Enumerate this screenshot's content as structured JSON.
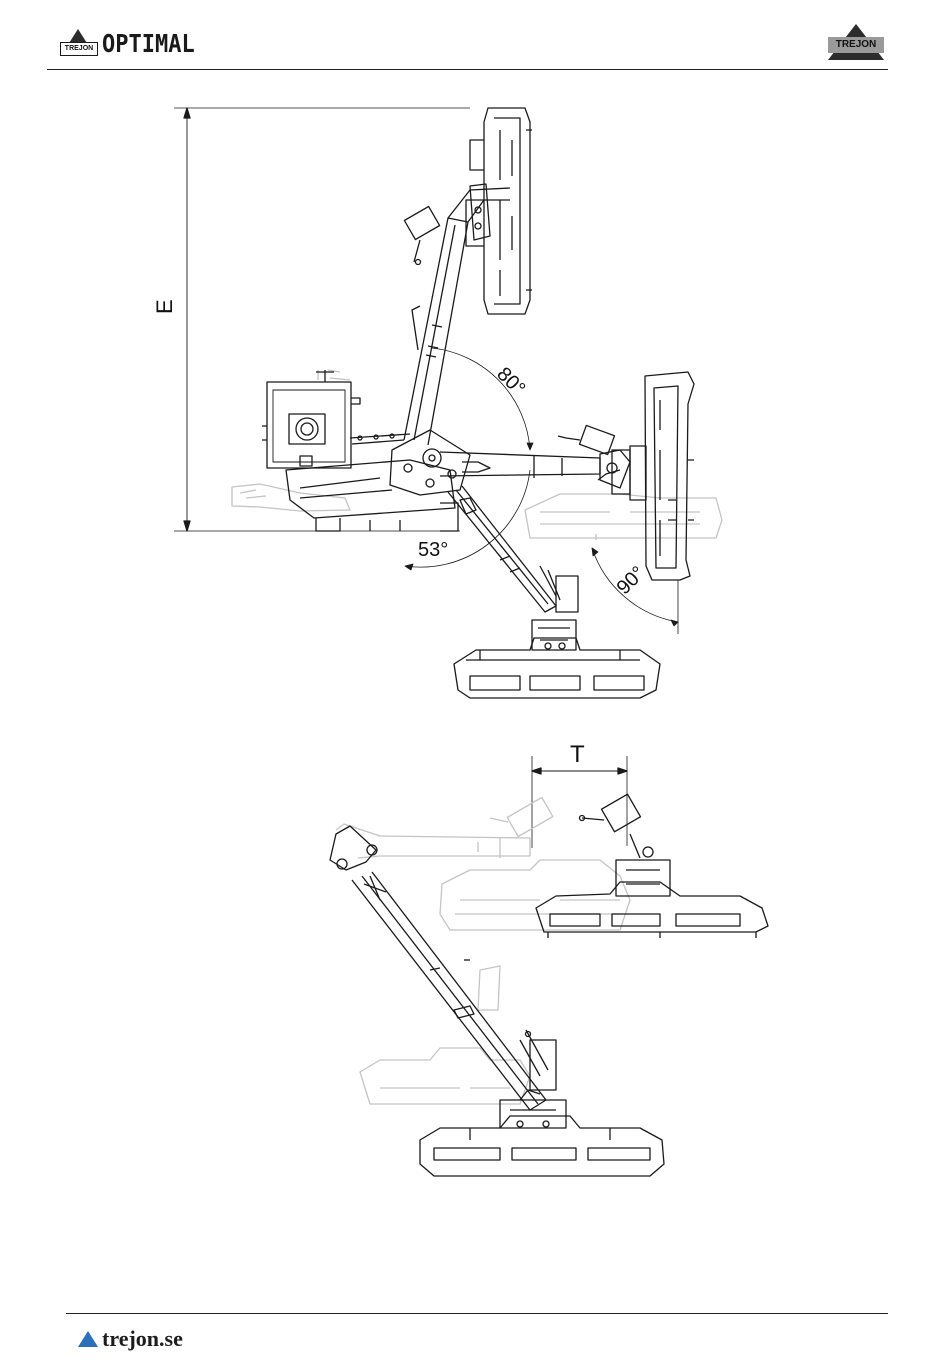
{
  "header": {
    "left_brand_badge": "TREJON",
    "left_brand_product": "OPTIMAL",
    "right_brand_badge": "TREJON"
  },
  "figure_top": {
    "dimension_height": "E",
    "angle_upper": "80°",
    "angle_lower_left": "53°",
    "angle_right": "90°"
  },
  "figure_bottom": {
    "dimension_offset": "T"
  },
  "footer": {
    "website": "trejon.se"
  },
  "colors": {
    "line": "#1a1a1a",
    "ghost": "#c4c4c4",
    "footer_accent": "#2a6fb7"
  }
}
